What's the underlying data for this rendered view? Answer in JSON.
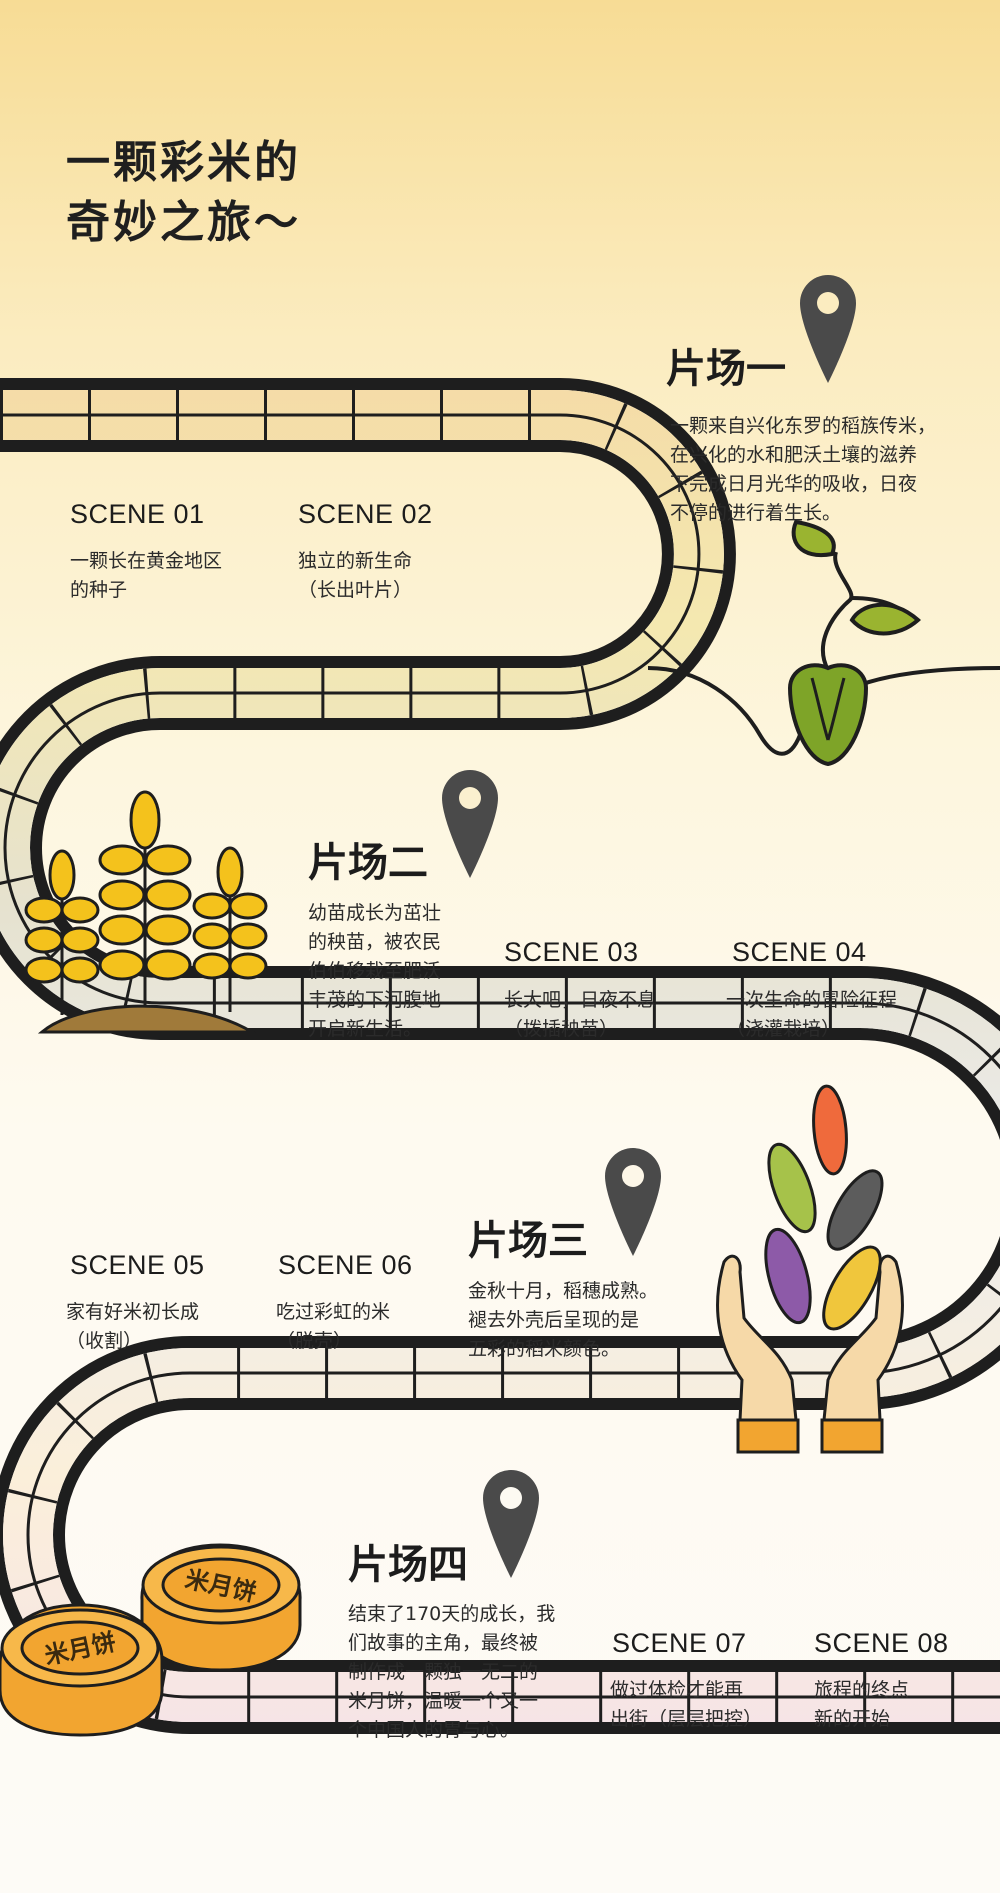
{
  "title": {
    "line1": "一颗彩米的",
    "line2": "奇妙之旅～"
  },
  "chapters": [
    {
      "heading": "片场一",
      "lines": [
        "一颗来自兴化东罗的稻族传米，",
        "在兴化的水和肥沃土壤的滋养",
        "下完成日月光华的吸收，日夜",
        "不停的进行着生长。"
      ]
    },
    {
      "heading": "片场二",
      "lines": [
        "幼苗成长为茁壮",
        "的秧苗，被农民",
        "伯伯移栽至肥沃",
        "丰茂的下河腹地",
        "开启新生活。"
      ]
    },
    {
      "heading": "片场三",
      "lines": [
        "金秋十月，稻穗成熟。",
        "褪去外壳后呈现的是",
        "五彩的稻米颜色。"
      ]
    },
    {
      "heading": "片场四",
      "lines": [
        "结束了170天的成长，我",
        "们故事的主角，最终被",
        "制作成一颗独一无二的",
        "米月饼，温暖一个又一",
        "个中国人的胃与心。"
      ]
    }
  ],
  "scenes": [
    {
      "code": "SCENE 01",
      "line1": "一颗长在黄金地区",
      "line2": "的种子"
    },
    {
      "code": "SCENE 02",
      "line1": "独立的新生命",
      "line2": "（长出叶片）"
    },
    {
      "code": "SCENE 03",
      "line1": "长大吧，日夜不息",
      "line2": "（拨插秧苗）"
    },
    {
      "code": "SCENE 04",
      "line1": "一次生命的冒险征程",
      "line2": "（浇灌栽培）"
    },
    {
      "code": "SCENE 05",
      "line1": "家有好米初长成",
      "line2": "（收割）"
    },
    {
      "code": "SCENE 06",
      "line1": "吃过彩虹的米",
      "line2": "（脱壳）"
    },
    {
      "code": "SCENE 07",
      "line1": "做过体检才能再",
      "line2": "出街（层层把控）"
    },
    {
      "code": "SCENE 08",
      "line1": "旅程的终点",
      "line2": "新的开始"
    }
  ],
  "mooncake_text": "米月饼",
  "colors": {
    "film_border": "#1e1e1e",
    "seed_green": "#7ea428",
    "wheat": "#f4c21c",
    "pin": "#4a4a4a",
    "mooncake": "#f2a530"
  },
  "icons": [
    "map-pin-icon",
    "sprout-icon",
    "wheat-icon",
    "rice-grains-icon",
    "hands-icon",
    "mooncake-icon"
  ]
}
